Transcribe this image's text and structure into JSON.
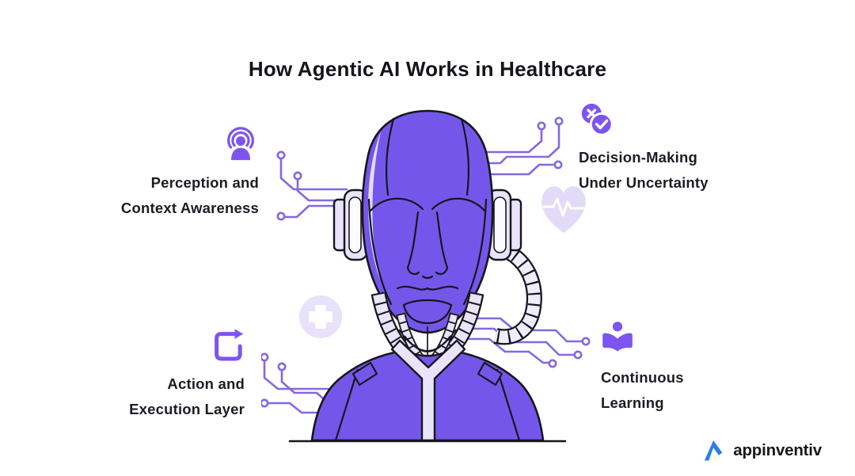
{
  "title": "How Agentic AI Works in Healthcare",
  "features": [
    {
      "id": "perception",
      "icon": "person-signal-icon",
      "line1": "Perception and",
      "line2": "Context Awareness"
    },
    {
      "id": "decision",
      "icon": "decision-check-icon",
      "line1": "Decision-Making",
      "line2": "Under Uncertainty"
    },
    {
      "id": "action",
      "icon": "action-arrow-icon",
      "line1": "Action and",
      "line2": "Execution Layer"
    },
    {
      "id": "learning",
      "icon": "reader-book-icon",
      "line1": "Continuous",
      "line2": "Learning"
    }
  ],
  "illustration": {
    "subject": "robot-head-bust",
    "decor": "circuit-traces",
    "watermark_icons": [
      "heart-pulse-icon",
      "medical-cross-icon"
    ]
  },
  "logo": {
    "text": "appinventiv",
    "icon": "appinventiv-a-icon"
  },
  "colors": {
    "accent_purple": "#7457EA",
    "icon_purple": "#7E54F0",
    "light_lavender": "#E9E3FB",
    "watermark_lavender": "#E2DBF7",
    "circuit_purple": "#8468E3",
    "outline_dark": "#16161D",
    "text_dark": "#1C1C26",
    "logo_blue": "#2E7BEB",
    "background": "#FFFFFF"
  }
}
